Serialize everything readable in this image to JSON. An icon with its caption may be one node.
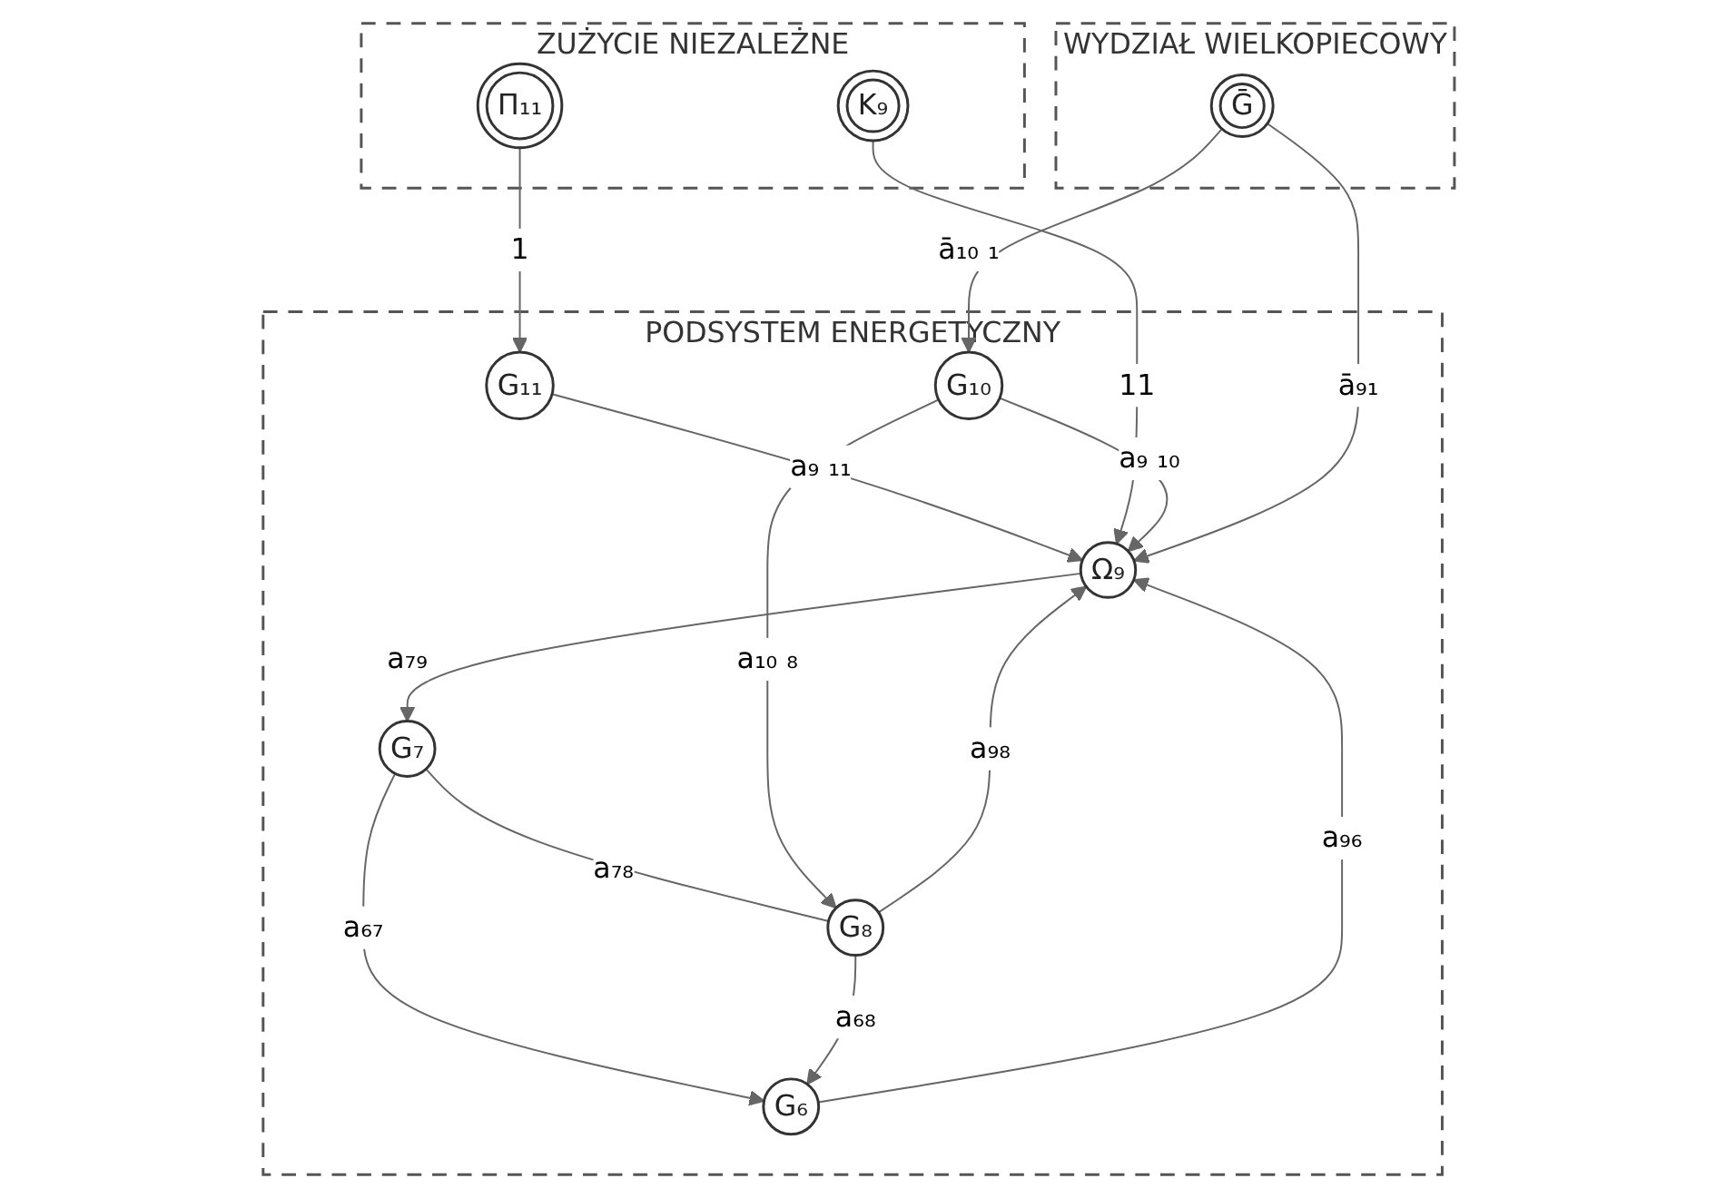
{
  "diagram": {
    "nodes": [
      {
        "text": [
          "ZUŻYCIE NIEZALEŻNE"
        ]
      },
      {
        "text": [
          "Π₁₁"
        ],
        "in": 0
      },
      {
        "text": [
          "K₉"
        ],
        "in": 0
      },
      {
        "text": [
          "PODSYSTEM ENERGETYCZNY"
        ]
      },
      {
        "text": [
          "G₇"
        ],
        "in": 3
      },
      {
        "text": [
          "G₈"
        ],
        "in": 3
      },
      {
        "text": [
          "G₆"
        ],
        "in": 3
      },
      {
        "text": [
          "G₁₁"
        ],
        "in": 3
      },
      {
        "text": [
          "G₁₀"
        ],
        "in": 3
      },
      {
        "text": [
          "Ω₉"
        ],
        "in": 3
      },
      {
        "text": [
          "WYDZIAŁ WIELKOPIECOWY"
        ]
      },
      {
        "text": [
          "Ḡ"
        ],
        "in": 10
      }
    ],
    "edges": [
      {
        "from": 4,
        "to": 5,
        "arrow": "none",
        "label": "a₇₈"
      },
      {
        "from": 4,
        "to": 6,
        "arrow": "to",
        "label": "a₆₇"
      },
      {
        "from": 5,
        "to": 6,
        "arrow": "to",
        "label": "a₆₈"
      },
      {
        "from": 1,
        "to": 7,
        "arrow": "to",
        "label": "1"
      },
      {
        "from": 9,
        "to": 4,
        "arrow": "to",
        "label": "a₇₉"
      },
      {
        "from": 6,
        "to": 9,
        "arrow": "to",
        "label": "a₉₆"
      },
      {
        "from": 5,
        "to": 9,
        "arrow": "to",
        "label": "a₉₈"
      },
      {
        "from": 8,
        "to": 5,
        "arrow": "to",
        "label": "a₁₀ ₈"
      },
      {
        "from": 11,
        "to": 8,
        "arrow": "to",
        "label": "ā₁₀ ₁"
      },
      {
        "from": 7,
        "to": 9,
        "arrow": "to",
        "label": "a₉ ₁₁"
      },
      {
        "from": 2,
        "to": 9,
        "arrow": "to",
        "label": "11"
      },
      {
        "from": 8,
        "to": 9,
        "arrow": "to",
        "label": "a₉ ₁₀"
      },
      {
        "from": 11,
        "to": 9,
        "arrow": "to",
        "label": "ā₉₁"
      }
    ]
  }
}
